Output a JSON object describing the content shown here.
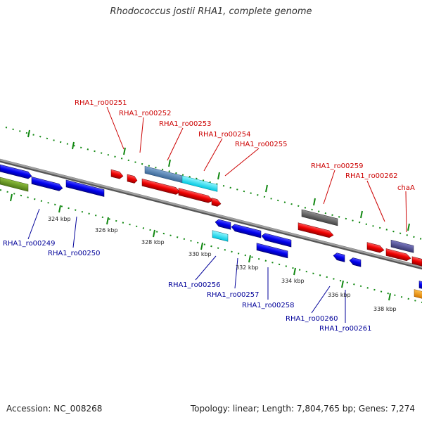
{
  "title": "Rhodococcus jostii RHA1, complete genome",
  "accession": "Accession: NC_008268",
  "summary": "Topology: linear; Length: 7,804,765 bp; Genes: 7,274",
  "colors": {
    "top_label": "#cc0000",
    "bottom_label": "#000099",
    "backbone": "#888888",
    "tick": "#118811"
  },
  "kbp_ticks": [
    "324 kbp",
    "326 kbp",
    "328 kbp",
    "330 kbp",
    "332 kbp",
    "334 kbp",
    "336 kbp",
    "338 kbp"
  ],
  "top_labels": [
    "RHA1_ro00251",
    "RHA1_ro00252",
    "RHA1_ro00253",
    "RHA1_ro00254",
    "RHA1_ro00255",
    "RHA1_ro00259",
    "RHA1_ro00262",
    "chaA"
  ],
  "bottom_labels": [
    "RHA1_ro00249",
    "RHA1_ro00250",
    "RHA1_ro00256",
    "RHA1_ro00257",
    "RHA1_ro00258",
    "RHA1_ro00260",
    "RHA1_ro00261"
  ]
}
